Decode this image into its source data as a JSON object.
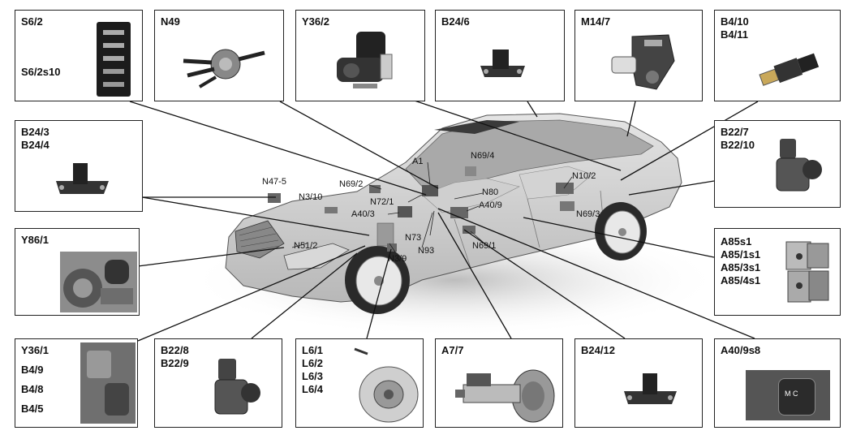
{
  "boxes": {
    "s6_2": "S6/2",
    "s6_2s10": "S6/2s10",
    "n49": "N49",
    "y36_2": "Y36/2",
    "b24_6": "B24/6",
    "m14_7": "M14/7",
    "b4_10": "B4/10",
    "b4_11": "B4/11",
    "b24_3": "B24/3",
    "b24_4": "B24/4",
    "b22_7": "B22/7",
    "b22_10": "B22/10",
    "y86_1": "Y86/1",
    "a85s1": "A85s1",
    "a85_1s1": "A85/1s1",
    "a85_3s1": "A85/3s1",
    "a85_4s1": "A85/4s1",
    "y36_1": "Y36/1",
    "b4_9": "B4/9",
    "b4_8": "B4/8",
    "b4_5": "B4/5",
    "b22_8": "B22/8",
    "b22_9": "B22/9",
    "l6_1": "L6/1",
    "l6_2": "L6/2",
    "l6_3": "L6/3",
    "l6_4": "L6/4",
    "a7_7": "A7/7",
    "b24_12": "B24/12",
    "a40_9s8": "A40/9s8"
  },
  "callouts": {
    "n47_5": "N47-5",
    "n3_10": "N3/10",
    "n69_2": "N69/2",
    "a1": "A1",
    "n69_4": "N69/4",
    "n72_1": "N72/1",
    "n80": "N80",
    "a40_3": "A40/3",
    "a40_9": "A40/9",
    "n10_2": "N10/2",
    "n73": "N73",
    "n69_3": "N69/3",
    "n51_2": "N51/2",
    "n93": "N93",
    "n69_1": "N69/1",
    "n3_9": "N3/9"
  },
  "switch_glyph": "M C"
}
